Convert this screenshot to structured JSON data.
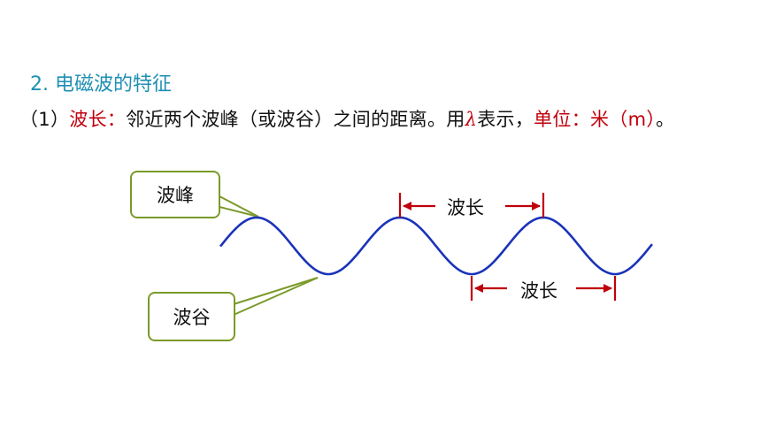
{
  "heading": "2. 电磁波的特征",
  "definition": {
    "prefix": "（1）",
    "term": "波长：",
    "body": "邻近两个波峰（或波谷）之间的距离。用",
    "symbol": "λ",
    "mid": "表示，",
    "unit_label": "单位：米（m）",
    "end": "。"
  },
  "diagram": {
    "crest_callout": "波峰",
    "trough_callout": "波谷",
    "wavelength_label_top": "波长",
    "wavelength_label_bottom": "波长",
    "colors": {
      "wave": "#1a33b8",
      "marker": "#c0000b",
      "callout_border": "#7a9a2a"
    }
  }
}
